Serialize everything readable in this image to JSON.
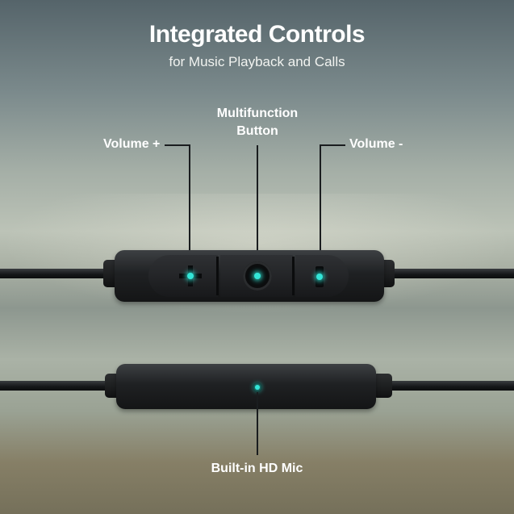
{
  "title": "Integrated Controls",
  "subtitle": "for Music Playback and Calls",
  "labels": {
    "volume_up": "Volume +",
    "multifunction_line1": "Multifunction",
    "multifunction_line2": "Button",
    "volume_down": "Volume -",
    "mic": "Built-in HD Mic"
  },
  "icons": {
    "volume_up": "plus-icon",
    "multifunction": "circle-button-icon",
    "volume_down": "minus-icon",
    "mic": "mic-dot-icon"
  },
  "colors": {
    "indicator": "#33e6d8",
    "text": "#ffffff",
    "device": "#1c1e20"
  }
}
